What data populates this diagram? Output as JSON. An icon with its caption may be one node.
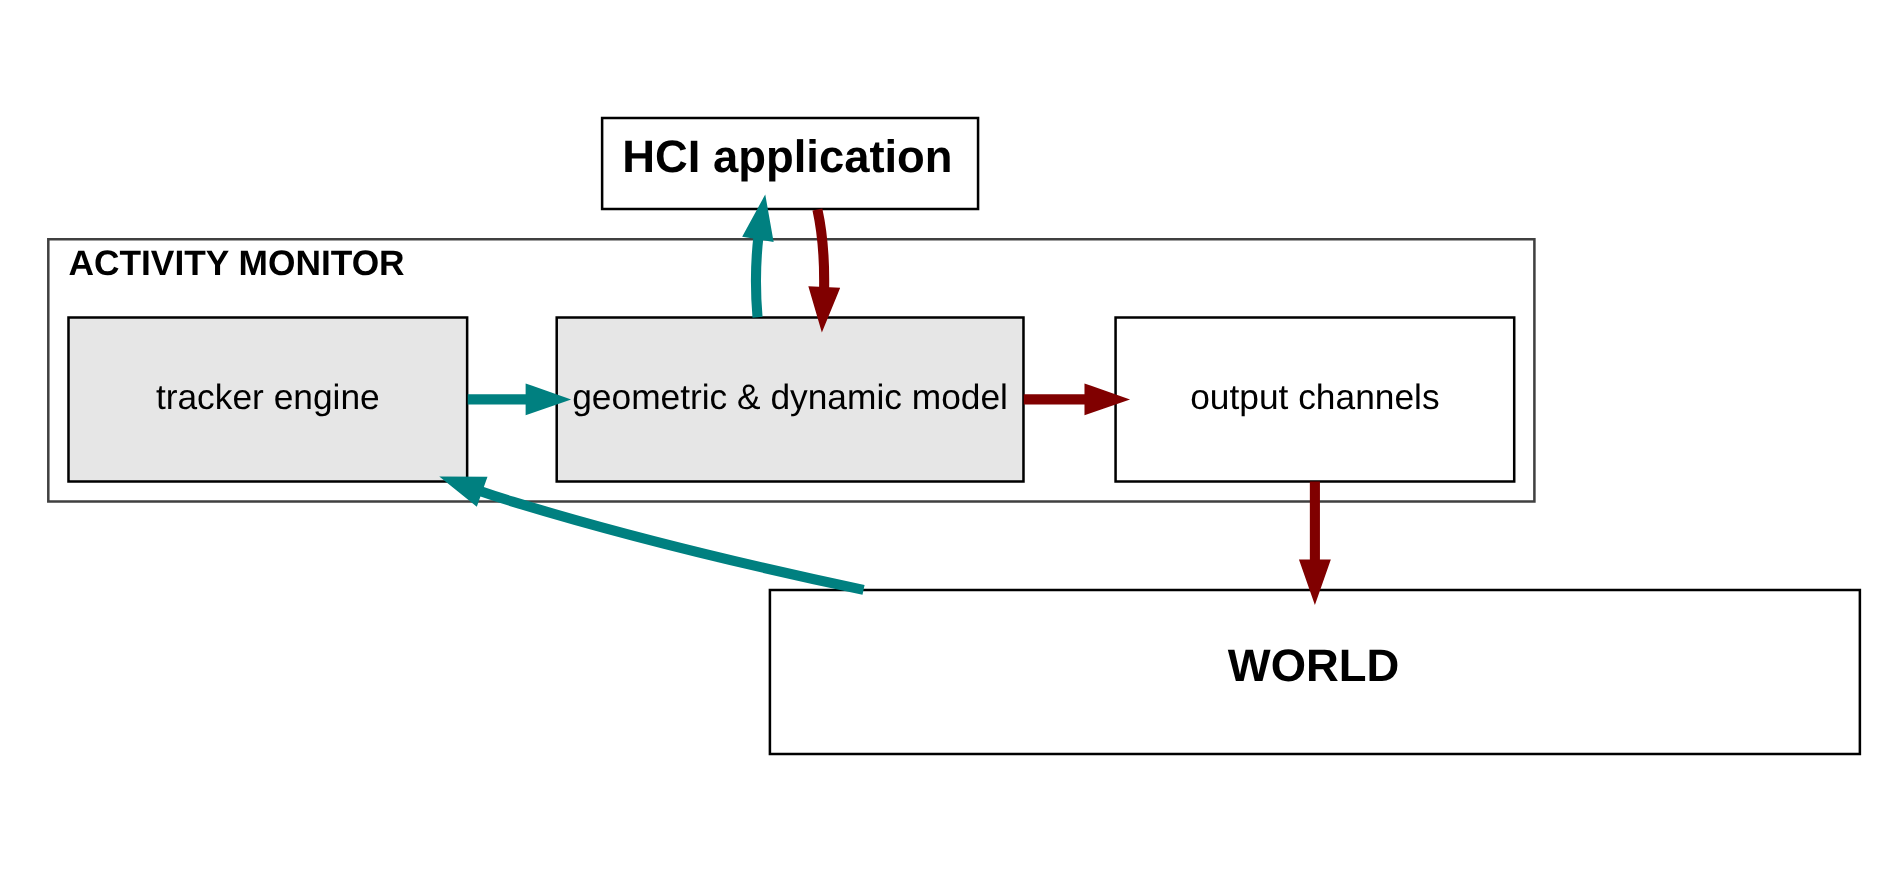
{
  "diagram": {
    "nodes": [
      {
        "text": [
          "HCI application"
        ]
      },
      {
        "text": [
          "ACTIVITY MONITOR"
        ]
      },
      {
        "text": [
          "tracker engine"
        ],
        "in": 1
      },
      {
        "text": [
          "geometric & dynamic model"
        ],
        "in": 1
      },
      {
        "text": [
          "output channels"
        ],
        "in": 1
      },
      {
        "text": [
          "WORLD"
        ]
      }
    ],
    "edges": [
      {
        "from": 5,
        "to": 2,
        "arrow": "to",
        "color": "#008080"
      },
      {
        "from": 2,
        "to": 3,
        "arrow": "to",
        "color": "#008080"
      },
      {
        "from": 3,
        "to": 0,
        "arrow": "to",
        "color": "#008080"
      },
      {
        "from": 0,
        "to": 3,
        "arrow": "to",
        "color": "#800000"
      },
      {
        "from": 3,
        "to": 4,
        "arrow": "to",
        "color": "#800000"
      },
      {
        "from": 4,
        "to": 5,
        "arrow": "to",
        "color": "#800000"
      }
    ]
  }
}
